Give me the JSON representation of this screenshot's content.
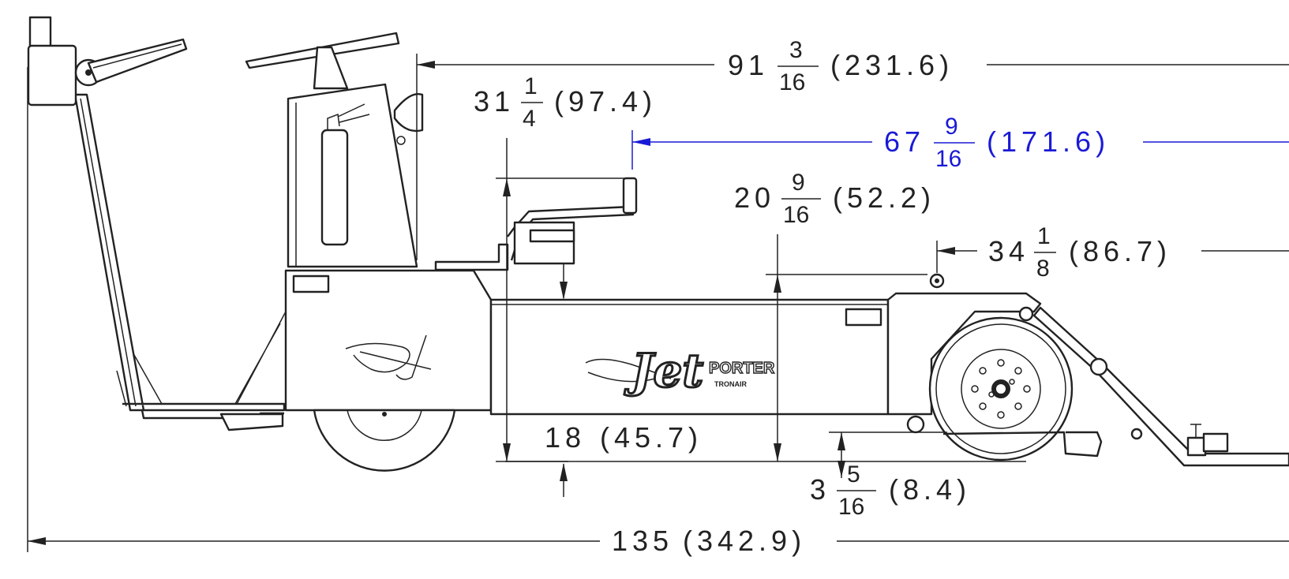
{
  "logo": {
    "script": "Jet",
    "word": "PORTER",
    "small": "TRONAIR"
  },
  "dimensions": {
    "overall_length": {
      "whole": "135",
      "metric": "(342.9)"
    },
    "mast_to_rear": {
      "whole": "91",
      "num": "3",
      "den": "16",
      "metric": "(231.6)"
    },
    "handle_height": {
      "whole": "31",
      "num": "1",
      "den": "4",
      "metric": "(97.4)"
    },
    "handle_to_rear": {
      "whole": "67",
      "num": "9",
      "den": "16",
      "metric": "(171.6)"
    },
    "deck_height": {
      "whole": "20",
      "num": "9",
      "den": "16",
      "metric": "(52.2)"
    },
    "pin_to_rear": {
      "whole": "34",
      "num": "1",
      "den": "8",
      "metric": "(86.7)"
    },
    "frame_height": {
      "whole": "18",
      "metric": "(45.7)"
    },
    "ground_clearance": {
      "whole": "3",
      "num": "5",
      "den": "16",
      "metric": "(8.4)"
    }
  },
  "colors": {
    "ink": "#222222",
    "highlight": "#1a1ad6"
  }
}
